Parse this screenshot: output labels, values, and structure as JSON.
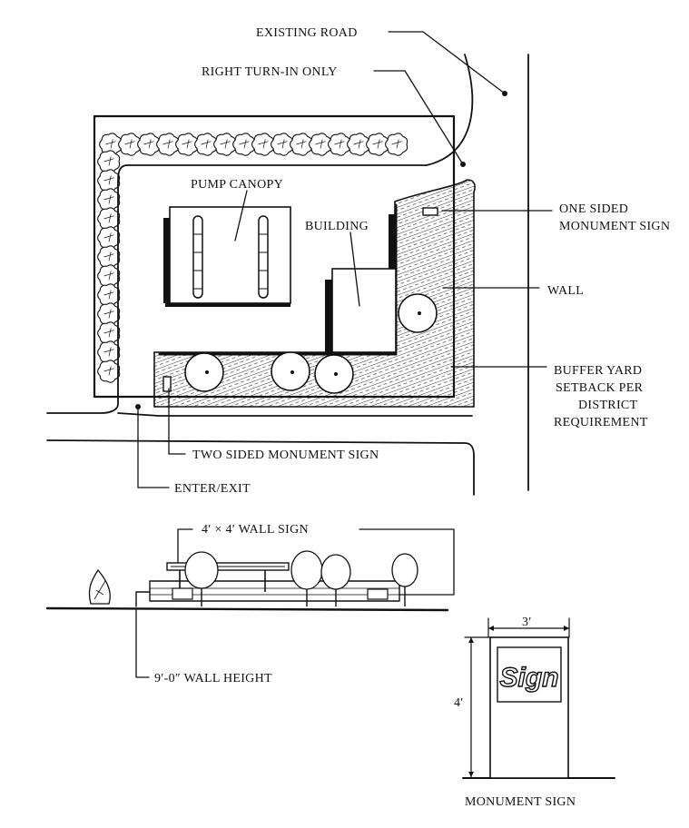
{
  "labels": {
    "existing_road": "EXISTING ROAD",
    "right_turn_in_only": "RIGHT TURN-IN ONLY",
    "pump_canopy": "PUMP CANOPY",
    "building": "BUILDING",
    "one_sided_sign_line1": "ONE SIDED",
    "one_sided_sign_line2": "MONUMENT SIGN",
    "wall": "WALL",
    "buffer_line1": "BUFFER YARD",
    "buffer_line2": "SETBACK PER",
    "buffer_line3": "DISTRICT",
    "buffer_line4": "REQUIREMENT",
    "two_sided_sign": "TWO SIDED MONUMENT SIGN",
    "enter_exit": "ENTER/EXIT",
    "wall_sign": "4′ × 4′ WALL SIGN",
    "wall_height": "9′-0″ WALL HEIGHT",
    "monument_width": "3′",
    "monument_height": "4′",
    "monument_sign_word": "Sign",
    "monument_sign_caption": "MONUMENT SIGN"
  },
  "colors": {
    "ink": "#111111",
    "paper": "#ffffff"
  }
}
